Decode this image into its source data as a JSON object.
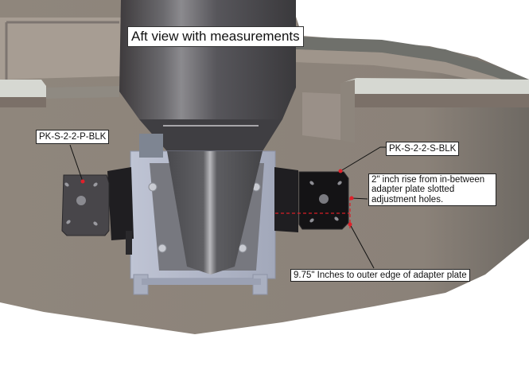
{
  "diagram": {
    "title": "Aft view with measurements",
    "labels": {
      "port_bracket": "PK-S-2-2-P-BLK",
      "starboard_bracket": "PK-S-2-2-S-BLK",
      "rise_note": "2\" inch rise from in-between adapter plate slotted adjustment holes.",
      "width_note": "9.75\" Inches to outer edge of adapter plate"
    },
    "measurements": {
      "rise_inches": 2,
      "outer_edge_inches": 9.75
    },
    "colors": {
      "background": "#ffffff",
      "hull": "#8a8178",
      "hull_inner": "#a49a90",
      "hull_rim": "#c8ccc6",
      "motor_shaft": "#4b4a4e",
      "mount_plate": "#aab0c2",
      "bracket": "#1d1c1e",
      "marker": "#e0202a",
      "dashed_line": "#d61f26"
    }
  }
}
